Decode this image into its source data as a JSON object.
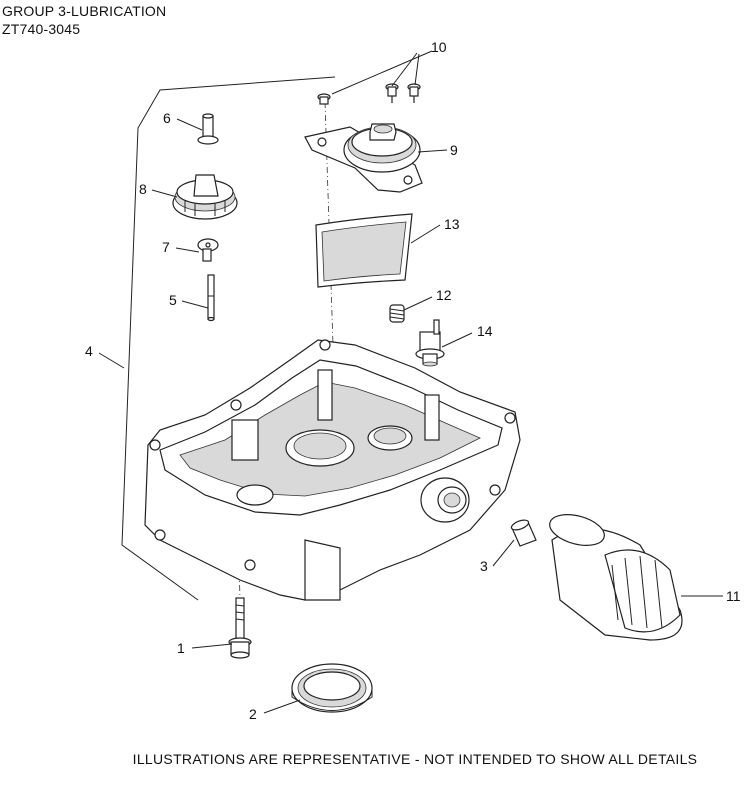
{
  "header": {
    "title": "GROUP 3-LUBRICATION",
    "subtitle": "ZT740-3045"
  },
  "callouts": [
    {
      "id": "1",
      "label": "1"
    },
    {
      "id": "2",
      "label": "2"
    },
    {
      "id": "3",
      "label": "3"
    },
    {
      "id": "4",
      "label": "4"
    },
    {
      "id": "5",
      "label": "5"
    },
    {
      "id": "6",
      "label": "6"
    },
    {
      "id": "7",
      "label": "7"
    },
    {
      "id": "8",
      "label": "8"
    },
    {
      "id": "9",
      "label": "9"
    },
    {
      "id": "10",
      "label": "10"
    },
    {
      "id": "11",
      "label": "11"
    },
    {
      "id": "12",
      "label": "12"
    },
    {
      "id": "13",
      "label": "13"
    },
    {
      "id": "14",
      "label": "14"
    }
  ],
  "footer": {
    "note": "ILLUSTRATIONS ARE REPRESENTATIVE - NOT INTENDED TO SHOW ALL DETAILS"
  }
}
